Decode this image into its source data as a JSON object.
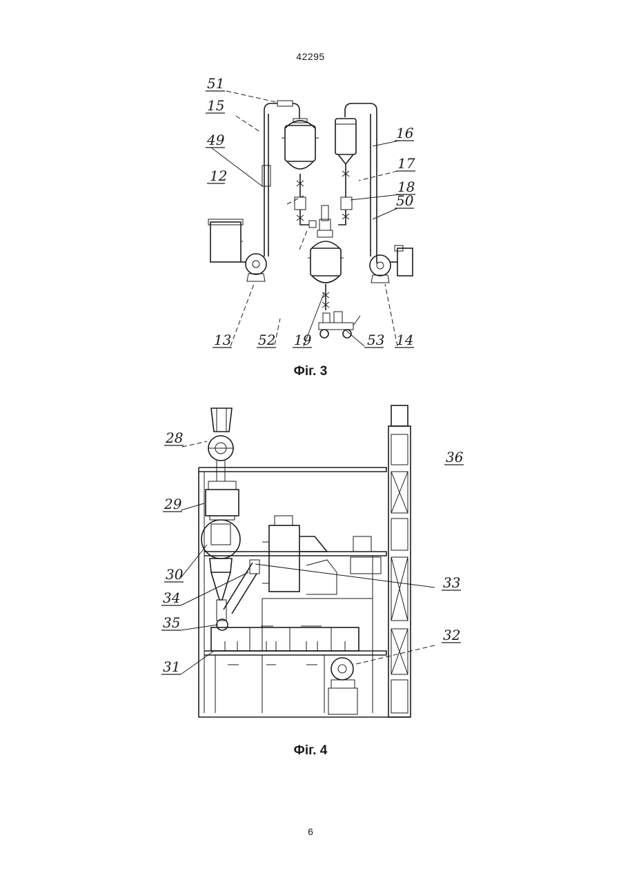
{
  "header": {
    "doc_number": "42295"
  },
  "figure3": {
    "caption": "Фіг. 3",
    "labels": {
      "l51": "51",
      "l15": "15",
      "l49": "49",
      "l12": "12",
      "l16": "16",
      "l17": "17",
      "l18": "18",
      "l50": "50",
      "l13": "13",
      "l52": "52",
      "l19": "19",
      "l53": "53",
      "l14": "14"
    }
  },
  "figure4": {
    "caption": "Фіг. 4",
    "labels": {
      "l28": "28",
      "l29": "29",
      "l30": "30",
      "l34": "34",
      "l35": "35",
      "l31": "31",
      "l36": "36",
      "l33": "33",
      "l32": "32"
    }
  },
  "footer": {
    "page_number": "6"
  }
}
